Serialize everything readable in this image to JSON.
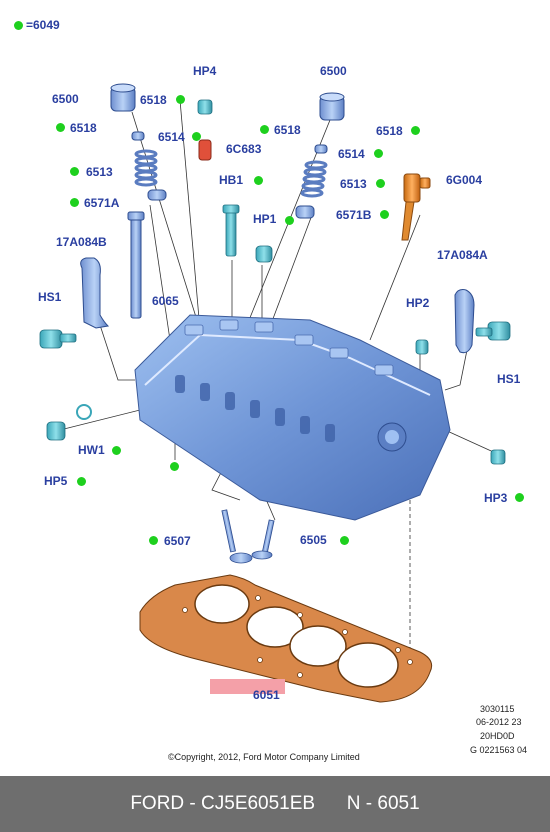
{
  "legend": {
    "label": "=6049"
  },
  "callouts": {
    "c6500_left": "6500",
    "c6518_tl": "6518",
    "c6518_l": "6518",
    "c6514_l": "6514",
    "c6513_l": "6513",
    "c6571A": "6571A",
    "c17A084B": "17A084B",
    "cHS1_l": "HS1",
    "c6065": "6065",
    "cHP4": "HP4",
    "c6C683": "6C683",
    "cHB1": "HB1",
    "cHP1": "HP1",
    "c6500_right": "6500",
    "c6518_r1": "6518",
    "c6518_r2": "6518",
    "c6514_r": "6514",
    "c6513_r": "6513",
    "c6571B": "6571B",
    "c6G004": "6G004",
    "c17A084A": "17A084A",
    "cHP2": "HP2",
    "cHS1_r": "HS1",
    "cHW1": "HW1",
    "cHP5": "HP5",
    "cHP3": "HP3",
    "c6507": "6507",
    "c6505": "6505",
    "c6051": "6051"
  },
  "reference": {
    "line1": "3030115",
    "line2": "06-2012 23",
    "line3": "20HD0D",
    "line4": "G 0221563 04"
  },
  "copyright": "©Copyright, 2012, Ford Motor Company Limited",
  "footer": {
    "brand_part": "FORD - CJ5E6051EB",
    "qty": "N - 6051"
  },
  "colors": {
    "label_blue": "#2a3fa0",
    "dot_green": "#1ed01e",
    "part_blue": "#7aa3e0",
    "gasket_orange": "#d9884a",
    "highlight_pink": "#f4a0a8",
    "footer_gray": "#6e6e6e"
  }
}
